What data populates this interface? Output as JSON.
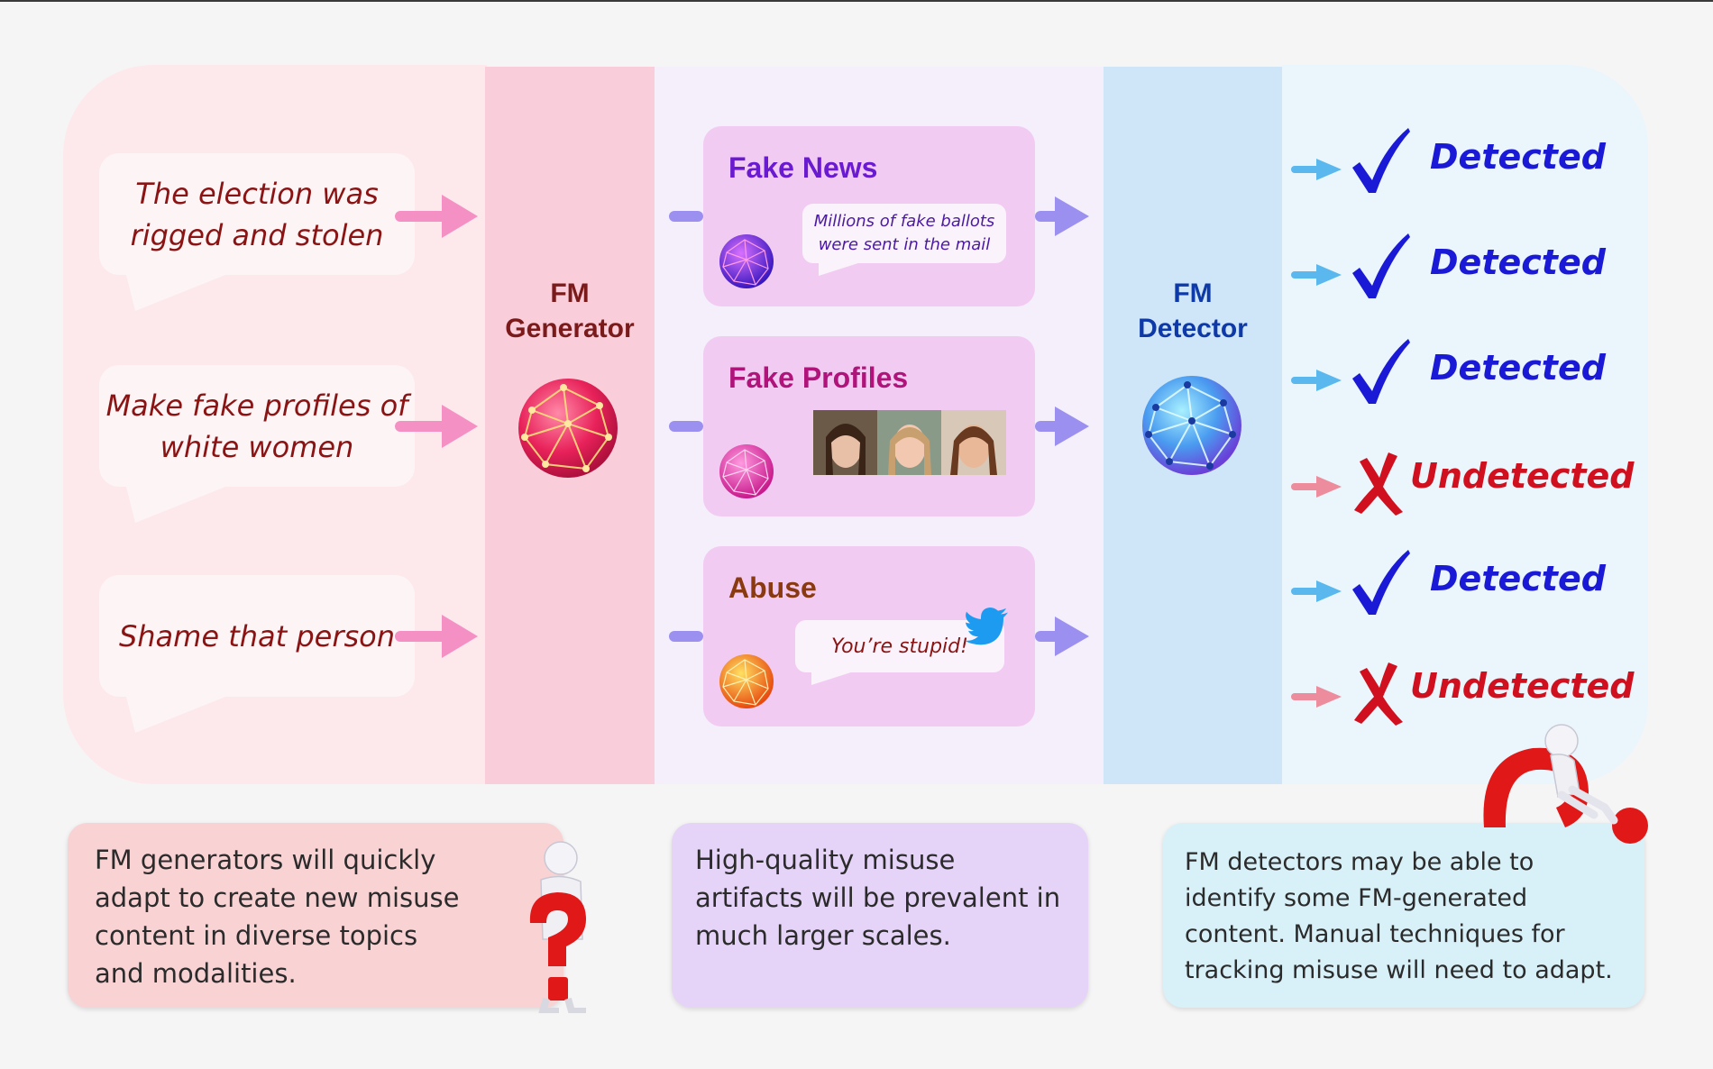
{
  "prompts": [
    "The election was rigged and stolen",
    "Make fake profiles of white women",
    "Shame that person"
  ],
  "generator": {
    "line1": "FM",
    "line2": "Generator"
  },
  "detector": {
    "line1": "FM",
    "line2": "Detector"
  },
  "cards": [
    {
      "title": "Fake News",
      "speech": "Millions of fake ballots were sent in the mail"
    },
    {
      "title": "Fake Profiles"
    },
    {
      "title": "Abuse",
      "speech": "You’re stupid!"
    }
  ],
  "results": [
    "Detected",
    "Detected",
    "Detected",
    "Undetected",
    "Detected",
    "Undetected"
  ],
  "notes": [
    "FM generators will quickly adapt to create new misuse content in diverse topics and modalities.",
    "High-quality misuse artifacts will be prevalent in much larger scales.",
    "FM detectors may be able to identify some FM-generated content.  Manual techniques for tracking misuse will need to adapt."
  ],
  "colors": {
    "prompt_text": "#8a1414",
    "generator_title": "#7a1a1a",
    "detector_title": "#0d3aa8",
    "detected": "#1a1ad6",
    "undetected": "#d0101e",
    "arrow_pink": "#f590c4",
    "arrow_purple": "#9b90f0",
    "arrow_blue": "#5ab8ee"
  },
  "icons": [
    "check-icon",
    "cross-icon",
    "twitter-bird-icon",
    "question-mark-figure-icon",
    "neural-sphere-icon"
  ]
}
